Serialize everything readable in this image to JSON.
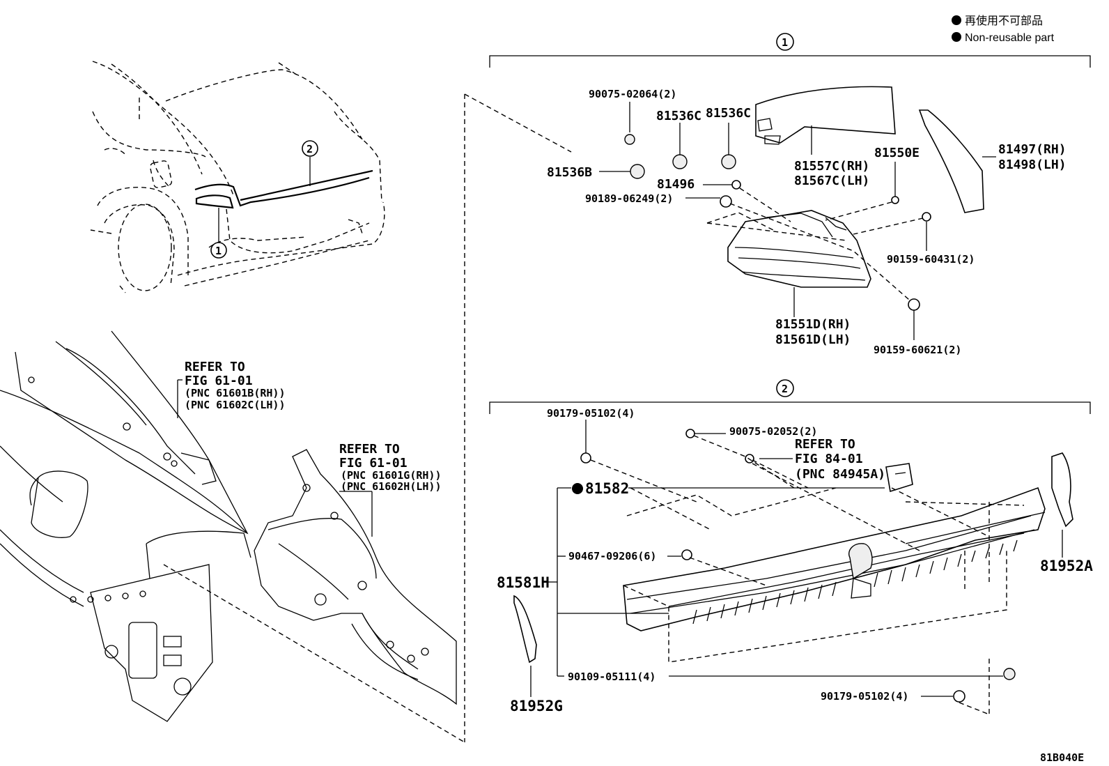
{
  "legend": {
    "jp": "再使用不可部品",
    "en": "Non-reusable part"
  },
  "diagram_code": "81B040E",
  "callouts": {
    "one": "1",
    "two": "2"
  },
  "references": {
    "ref1": {
      "l1": "REFER TO",
      "l2": "FIG 61-01",
      "l3": "(PNC 61601B(RH))",
      "l4": "(PNC 61602C(LH))"
    },
    "ref2": {
      "l1": "REFER TO",
      "l2": "FIG 61-01",
      "l3": "(PNC 61601G(RH))",
      "l4": "(PNC 61602H(LH))"
    },
    "ref3": {
      "l1": "REFER TO",
      "l2": "FIG 84-01",
      "l3": "(PNC 84945A)"
    }
  },
  "parts": {
    "p90075_02064": "90075-02064(2)",
    "p81536C_a": "81536C",
    "p81536C_b": "81536C",
    "p81536B": "81536B",
    "p81496": "81496",
    "p90189_06249": "90189-06249(2)",
    "p81557C": "81557C(RH)",
    "p81567C": "81567C(LH)",
    "p81550E": "81550E",
    "p81497": "81497(RH)",
    "p81498": "81498(LH)",
    "p90159_60431": "90159-60431(2)",
    "p81551D": "81551D(RH)",
    "p81561D": "81561D(LH)",
    "p90159_60621": "90159-60621(2)",
    "p90179_05102_a": "90179-05102(4)",
    "p90075_02052": "90075-02052(2)",
    "p81582": "81582",
    "p81581H": "81581H",
    "p90467_09206": "90467-09206(6)",
    "p90109_05111": "90109-05111(4)",
    "p90179_05102_b": "90179-05102(4)",
    "p81952A": "81952A",
    "p81952G": "81952G"
  }
}
